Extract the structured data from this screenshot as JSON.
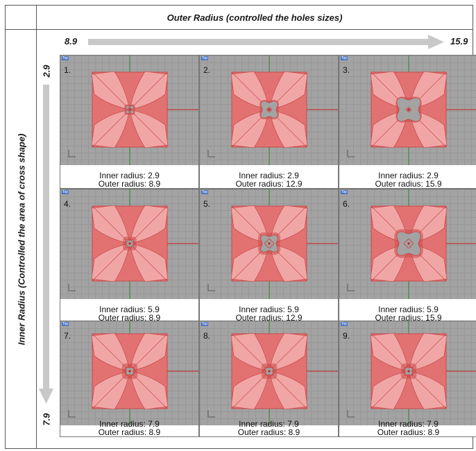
{
  "header": {
    "top_title": "Outer Radius (controlled the holes sizes)",
    "left_title": "Inner Radius (Controlled the area of cross shape)"
  },
  "outer_axis": {
    "start": "8.9",
    "end": "15.9"
  },
  "inner_axis": {
    "start": "2.9",
    "end": "7.9"
  },
  "viewport_tag": "Top",
  "colors": {
    "skin": "#e27272",
    "skin_dark": "#c84a4a",
    "skin_light": "#f4b0b0",
    "viewport_bg": "#a3a3a3",
    "arrow": "#c8c8c8",
    "axis_red": "#c81e1e",
    "axis_green": "#2c8a2c"
  },
  "panels": [
    {
      "number": "1.",
      "inner_label": "Inner radius: 2.9",
      "outer_label": "Outer radius: 8.9",
      "inner": 2.9,
      "outer": 8.9
    },
    {
      "number": "2.",
      "inner_label": "Inner radius: 2.9",
      "outer_label": "Outer radius: 12.9",
      "inner": 2.9,
      "outer": 12.9
    },
    {
      "number": "3.",
      "inner_label": "Inner radius: 2.9",
      "outer_label": "Outer radius: 15.9",
      "inner": 2.9,
      "outer": 15.9
    },
    {
      "number": "4.",
      "inner_label": "Inner radius: 5.9",
      "outer_label": "Outer radius: 8.9",
      "inner": 5.9,
      "outer": 8.9
    },
    {
      "number": "5.",
      "inner_label": "Inner radius: 5.9",
      "outer_label": "Outer radius: 12.9",
      "inner": 5.9,
      "outer": 12.9
    },
    {
      "number": "6.",
      "inner_label": "Inner radius: 5.9",
      "outer_label": "Outer radius: 15.9",
      "inner": 5.9,
      "outer": 15.9
    },
    {
      "number": "7.",
      "inner_label": "Inner radius: 7.9",
      "outer_label": "Outer radius: 8.9",
      "inner": 7.9,
      "outer": 8.9
    },
    {
      "number": "8.",
      "inner_label": "Inner radius: 7.9",
      "outer_label": "Outer radius: 8.9",
      "inner": 7.9,
      "outer": 8.9
    },
    {
      "number": "9.",
      "inner_label": "Inner radius: 7.9",
      "outer_label": "Outer radius: 8.9",
      "inner": 7.9,
      "outer": 8.9
    }
  ]
}
